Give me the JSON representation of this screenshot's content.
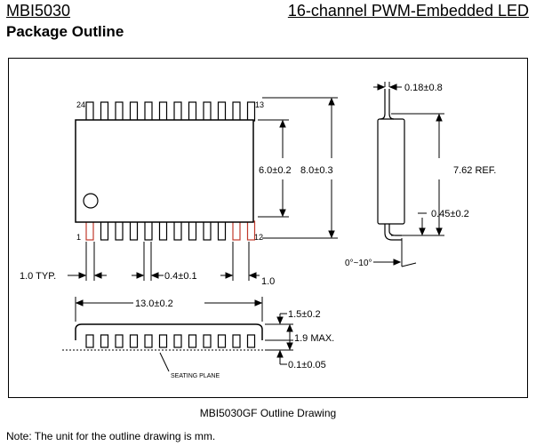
{
  "header": {
    "model": "MBI5030",
    "description": "16-channel PWM-Embedded LED",
    "section_title": "Package Outline"
  },
  "drawing": {
    "top_view": {
      "pin_first": "1",
      "pin_last": "12",
      "pin_top_left": "24",
      "pin_top_right": "13",
      "body_width": "6.0±0.2",
      "overall_width": "8.0±0.3",
      "lead_pitch_label": "1.0 TYP.",
      "lead_width": "0.4±0.1",
      "lead_span": "1.0"
    },
    "side_view": {
      "lead_thickness": "0.18±0.8",
      "row_spacing": "7.62 REF.",
      "foot_length": "0.45±0.2",
      "foot_angle": "0°~10°"
    },
    "front_view": {
      "body_length": "13.0±0.2",
      "body_height": "1.5±0.2",
      "max_height": "1.9 MAX.",
      "standoff": "0.1±0.05",
      "seating_plane": "SEATING PLANE"
    }
  },
  "caption": "MBI5030GF Outline Drawing",
  "note": "Note: The unit for the outline drawing is mm.",
  "colors": {
    "highlight_lead": "#c0392b",
    "ink": "#000000"
  }
}
